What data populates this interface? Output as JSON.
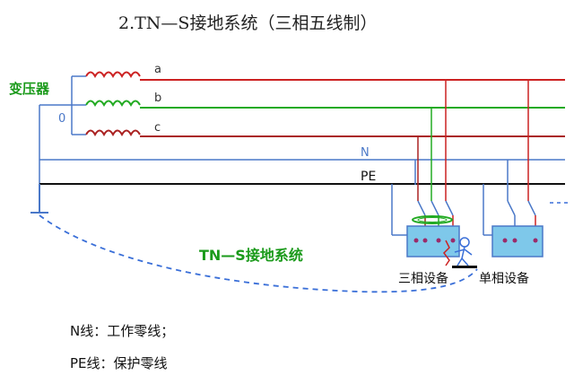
{
  "title": "2.TN—S接地系统（三相五线制）",
  "transformer_label": "变压器",
  "neutral_point_label": "0",
  "phase_labels": [
    "a",
    "b",
    "c"
  ],
  "n_label": "N",
  "pe_label": "PE",
  "system_label": "TN—S接地系统",
  "device_three_phase_label": "三相设备",
  "device_single_phase_label": "单相设备",
  "legend": {
    "n_line": "N线：工作零线；",
    "pe_line": "PE线：保护零线"
  },
  "colors": {
    "phase_a": "#cc2222",
    "phase_b": "#22aa22",
    "phase_c": "#aa2222",
    "neutral": "#4a78c8",
    "pe": "#111111",
    "label_green": "#1a9a1a",
    "device_fill": "#7ec8ea",
    "ground_loop": "#3a6fd8"
  }
}
